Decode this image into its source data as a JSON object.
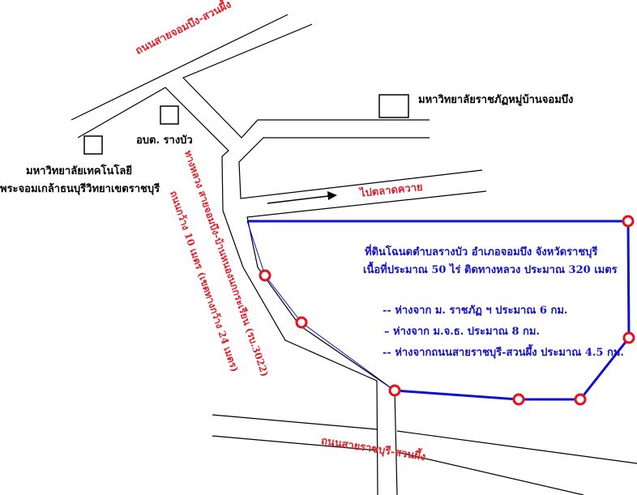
{
  "roads": {
    "top_road": "ถนนสายจอมบึง-สวนผึ้ง",
    "highway_line1": "ทางหลวง สายจอมบึง-บ้านหนองนกกระเรียน (รบ.3022)",
    "highway_line2": "ถนนกว้าง 10 เมตร (เขตทางกว้าง 24 เมตร)",
    "to_market": "ไปตลาดควาย",
    "bottom_road": "ถนนสายราชบุรี-สวนผึ้ง"
  },
  "places": {
    "rajabhat": "มหาวิทยาลัยราชภัฏหมู่บ้านจอมบึง",
    "obt": "อบต. รางบัว",
    "tech_line1": "มหาวิทยาลัยเทคโนโลยี",
    "tech_line2": "พระจอมเกล้าธนบุรีวิทยาเขตราชบุรี"
  },
  "land_info": {
    "line1": "ที่ดินโฉนดตำบลรางบัว อำเภอจอมบึง จังหวัดราชบุรี",
    "line2": "เนื้อที่ประมาณ 50 ไร่ ติดทางหลวง ประมาณ 320 เมตร",
    "distances": [
      "--   ห่างจาก ม. ราชภัฏ ฯ ประมาณ 6 กม.",
      "–   ห่างจาก ม.จ.ธ. ประมาณ 8 กม.",
      "--   ห่างจากถนนสายราชบุรี-สวนผึ้ง ประมาณ 4.5 กม."
    ]
  },
  "colors": {
    "boundary": "#1010d0",
    "marker": "#e8101a",
    "road_label": "#e0202a"
  }
}
